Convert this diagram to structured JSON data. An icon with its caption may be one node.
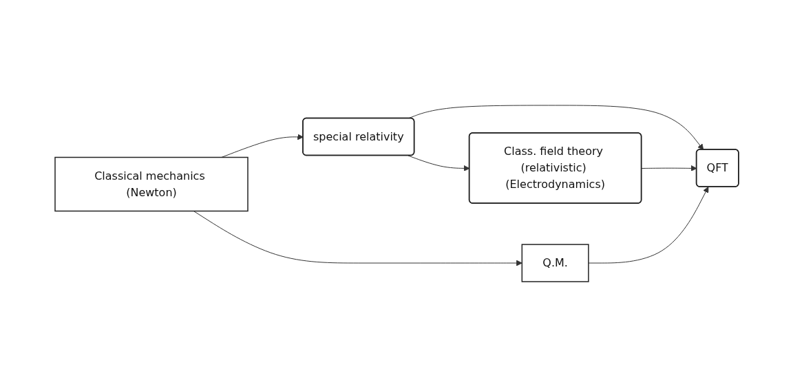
{
  "diagram": {
    "nodes": [
      {
        "text": [
          "Classical mechanics (Newton)"
        ]
      },
      {
        "text": [
          "special relativity"
        ]
      },
      {
        "text": [
          "Class. field theory (relativistic) (Electrodynamics)"
        ]
      },
      {
        "text": [
          "Q.M."
        ]
      },
      {
        "text": [
          "QFT"
        ]
      }
    ],
    "edges": [
      {
        "from": 0,
        "to": 1,
        "arrow": "to"
      },
      {
        "from": 1,
        "to": 2,
        "arrow": "to"
      },
      {
        "from": 0,
        "to": 3,
        "arrow": "to"
      },
      {
        "from": 1,
        "to": 4,
        "arrow": "to"
      },
      {
        "from": 2,
        "to": 4,
        "arrow": "to"
      },
      {
        "from": 3,
        "to": 4,
        "arrow": "to"
      }
    ]
  }
}
